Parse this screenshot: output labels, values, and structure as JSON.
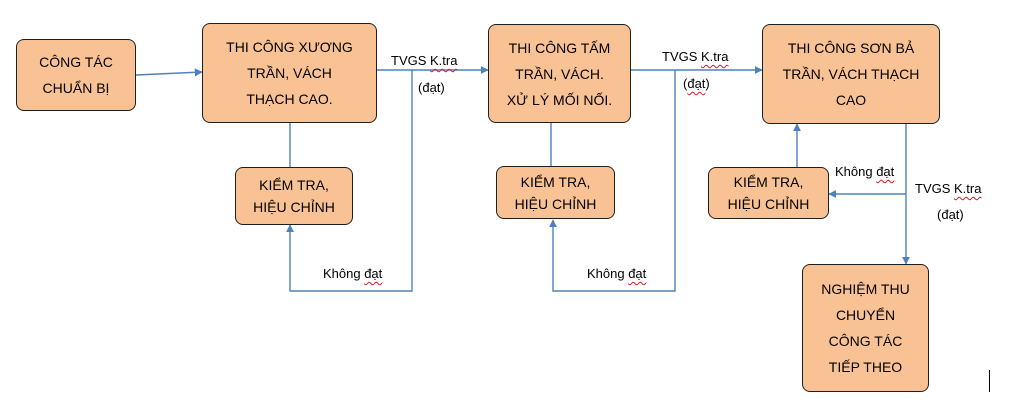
{
  "colors": {
    "box_fill": "#f9c294",
    "connector": "#4f81bd",
    "squiggle": "#d32020"
  },
  "boxes": {
    "chuan_bi": [
      "CÔNG TÁC",
      "CHUẨN BỊ"
    ],
    "xuong": [
      "THI CÔNG XƯƠNG",
      "TRẦN, VÁCH",
      "THẠCH CAO."
    ],
    "kiem_tra_1": [
      "KIỂM TRA,",
      "HIỆU CHỈNH"
    ],
    "tam": [
      "THI CÔNG TẤM",
      "TRẦN, VÁCH.",
      "XỬ LÝ MỐI NỐI."
    ],
    "kiem_tra_2": [
      "KIỂM TRA,",
      "HIỆU CHỈNH"
    ],
    "son_ba": [
      "THI CÔNG SƠN BẢ",
      "TRẦN, VÁCH THẠCH",
      "CAO"
    ],
    "kiem_tra_3": [
      "KIỂM TRA,",
      "HIỆU CHỈNH"
    ],
    "nghiem_thu": [
      "NGHIỆM THU",
      "CHUYỂN",
      "CÔNG TÁC",
      "TIẾP THEO"
    ]
  },
  "labels": {
    "tvgs_1": {
      "prefix": "TVGS ",
      "mark": "K.tra",
      "status": "đạt"
    },
    "khong_dat_1": {
      "pre": "Không ",
      "mark": "đạt"
    },
    "tvgs_2": {
      "prefix": "TVGS ",
      "mark": "K.tra",
      "status": "đạt"
    },
    "khong_dat_2": {
      "pre": "Không ",
      "mark": "đạt"
    },
    "khong_dat_3": {
      "pre": "Không ",
      "mark": "đạt"
    },
    "tvgs_3": {
      "prefix": "TVGS ",
      "mark": "K.tra",
      "status": "đạt"
    }
  }
}
